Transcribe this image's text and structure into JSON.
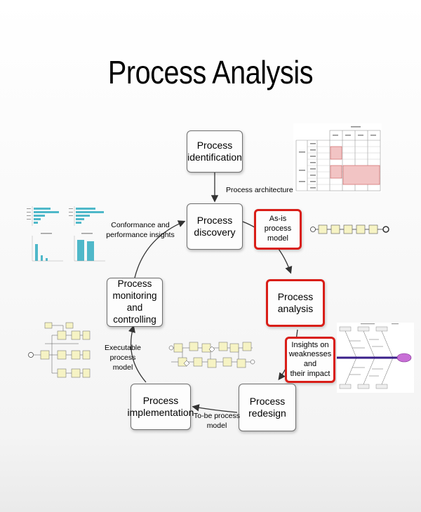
{
  "slide": {
    "title": "Process Analysis"
  },
  "nodes": {
    "identification": "Process\nidentification",
    "discovery": "Process\ndiscovery",
    "analysis": "Process\nanalysis",
    "redesign": "Process\nredesign",
    "implementation": "Process\nimplementation",
    "monitoring": "Process\nmonitoring and\ncontrolling"
  },
  "outputs": {
    "as_is_model": "As-is process\nmodel",
    "insights": "Insights on\nweaknesses and\ntheir impact"
  },
  "edge_labels": {
    "architecture": "Process architecture",
    "conformance": "Conformance and\nperformance insights",
    "executable": "Executable\nprocess\nmodel",
    "to_be": "To-be process\nmodel"
  },
  "colors": {
    "highlight": "#d91e18",
    "chart_bar": "#4fb8c9",
    "bpmn_task": "#f6f3c4",
    "bpmn_purple": "#7b2d8e",
    "table_pink": "#f2c4c4"
  }
}
